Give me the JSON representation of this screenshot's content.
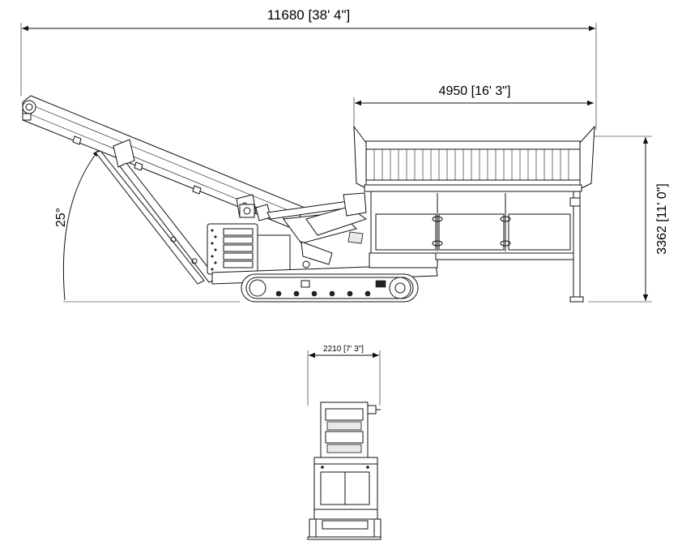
{
  "dimensions": {
    "overall_length": "11680 [38' 4\"]",
    "hopper_length": "4950 [16' 3\"]",
    "overall_height": "3362 [11' 0\"]",
    "conveyor_angle": "25°",
    "overall_width": "2210 [7' 3\"]"
  },
  "colors": {
    "line": "#111111",
    "background": "#ffffff"
  }
}
